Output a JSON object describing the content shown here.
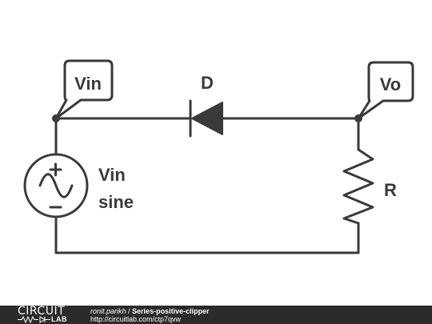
{
  "labels": {
    "vin_tag": "Vin",
    "vo_tag": "Vo",
    "diode": "D",
    "source_name": "Vin",
    "source_type": "sine",
    "resistor": "R"
  },
  "footer": {
    "logo_top": "CIRCUIT",
    "logo_bottom": "LAB",
    "author": "ronit.parikh",
    "separator": " / ",
    "title": "Series-positive-clipper",
    "url": "http://circuitlab.com/ctp7qvw"
  },
  "colors": {
    "wire": "#3a3a3a",
    "footer_bg": "#2b2b2b"
  }
}
